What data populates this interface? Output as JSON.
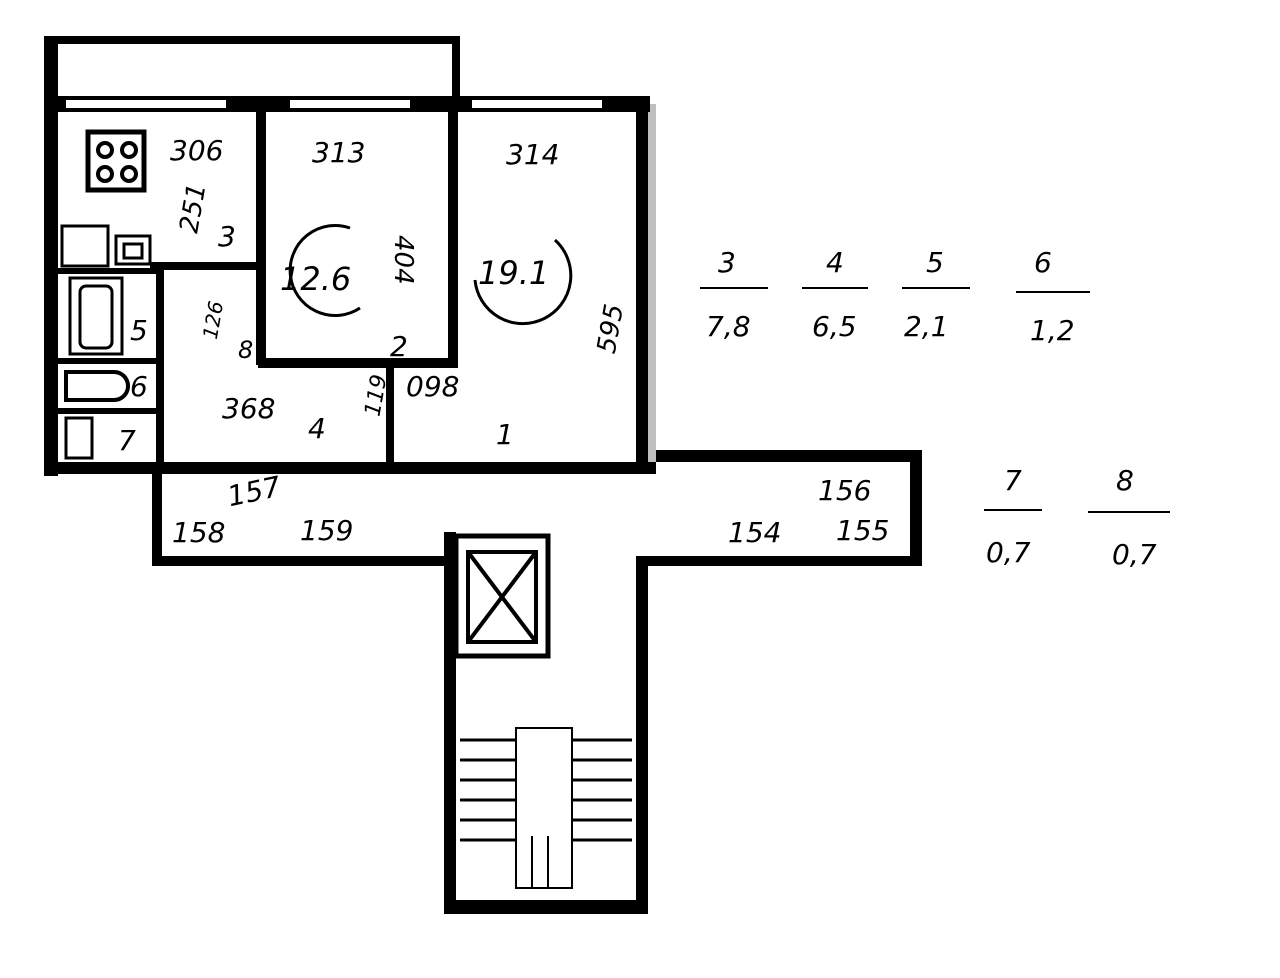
{
  "plan": {
    "dimensions": {
      "kitchen_width": "306",
      "room2_width": "313",
      "room1_width": "314",
      "kitchen_depth": "251",
      "room2_depth": "404",
      "room1_depth": "595",
      "hall_length": "368",
      "hall_width": "119",
      "corridor_width": "098",
      "wc_dim": "126",
      "stair_dim_157": "157",
      "stair_dim_158": "158",
      "stair_dim_159": "159",
      "stair_dim_154": "154",
      "stair_dim_155": "155",
      "stair_dim_156": "156"
    },
    "room_numbers": {
      "r1": "1",
      "r2": "2",
      "r3": "3",
      "r4": "4",
      "r5": "5",
      "r6": "6",
      "r7": "7",
      "r8": "8"
    },
    "areas": {
      "room2": "12.6",
      "room1": "19.1"
    }
  },
  "legend": [
    {
      "room": "3",
      "area": "7,8"
    },
    {
      "room": "4",
      "area": "6,5"
    },
    {
      "room": "5",
      "area": "2,1"
    },
    {
      "room": "6",
      "area": "1,2"
    },
    {
      "room": "7",
      "area": "0,7"
    },
    {
      "room": "8",
      "area": "0,7"
    }
  ]
}
